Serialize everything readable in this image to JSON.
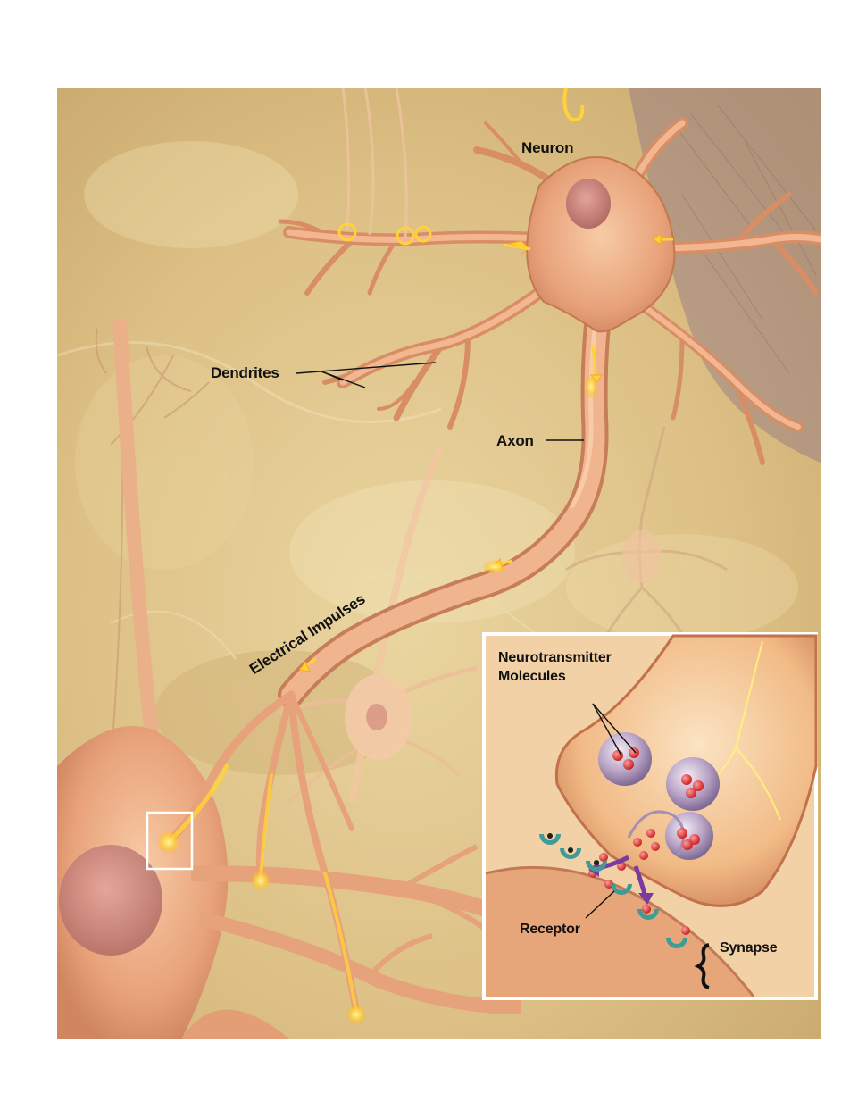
{
  "labels": {
    "neuron": "Neuron",
    "dendrites": "Dendrites",
    "axon": "Axon",
    "electrical_impulses": "Electrical Impulses"
  },
  "inset": {
    "neurotransmitter_line1": "Neurotransmitter",
    "neurotransmitter_line2": "Molecules",
    "receptor": "Receptor",
    "synapse": "Synapse"
  },
  "colors": {
    "background": "#e3c98f",
    "neuron_body": "#e7a37a",
    "neuron_outline": "#b76a44",
    "impulse": "#ffd23a",
    "inset_border": "#ffffff",
    "molecule": "#d93a3a",
    "receptor": "#3f9b96",
    "vesicle": "#a58fb2"
  }
}
